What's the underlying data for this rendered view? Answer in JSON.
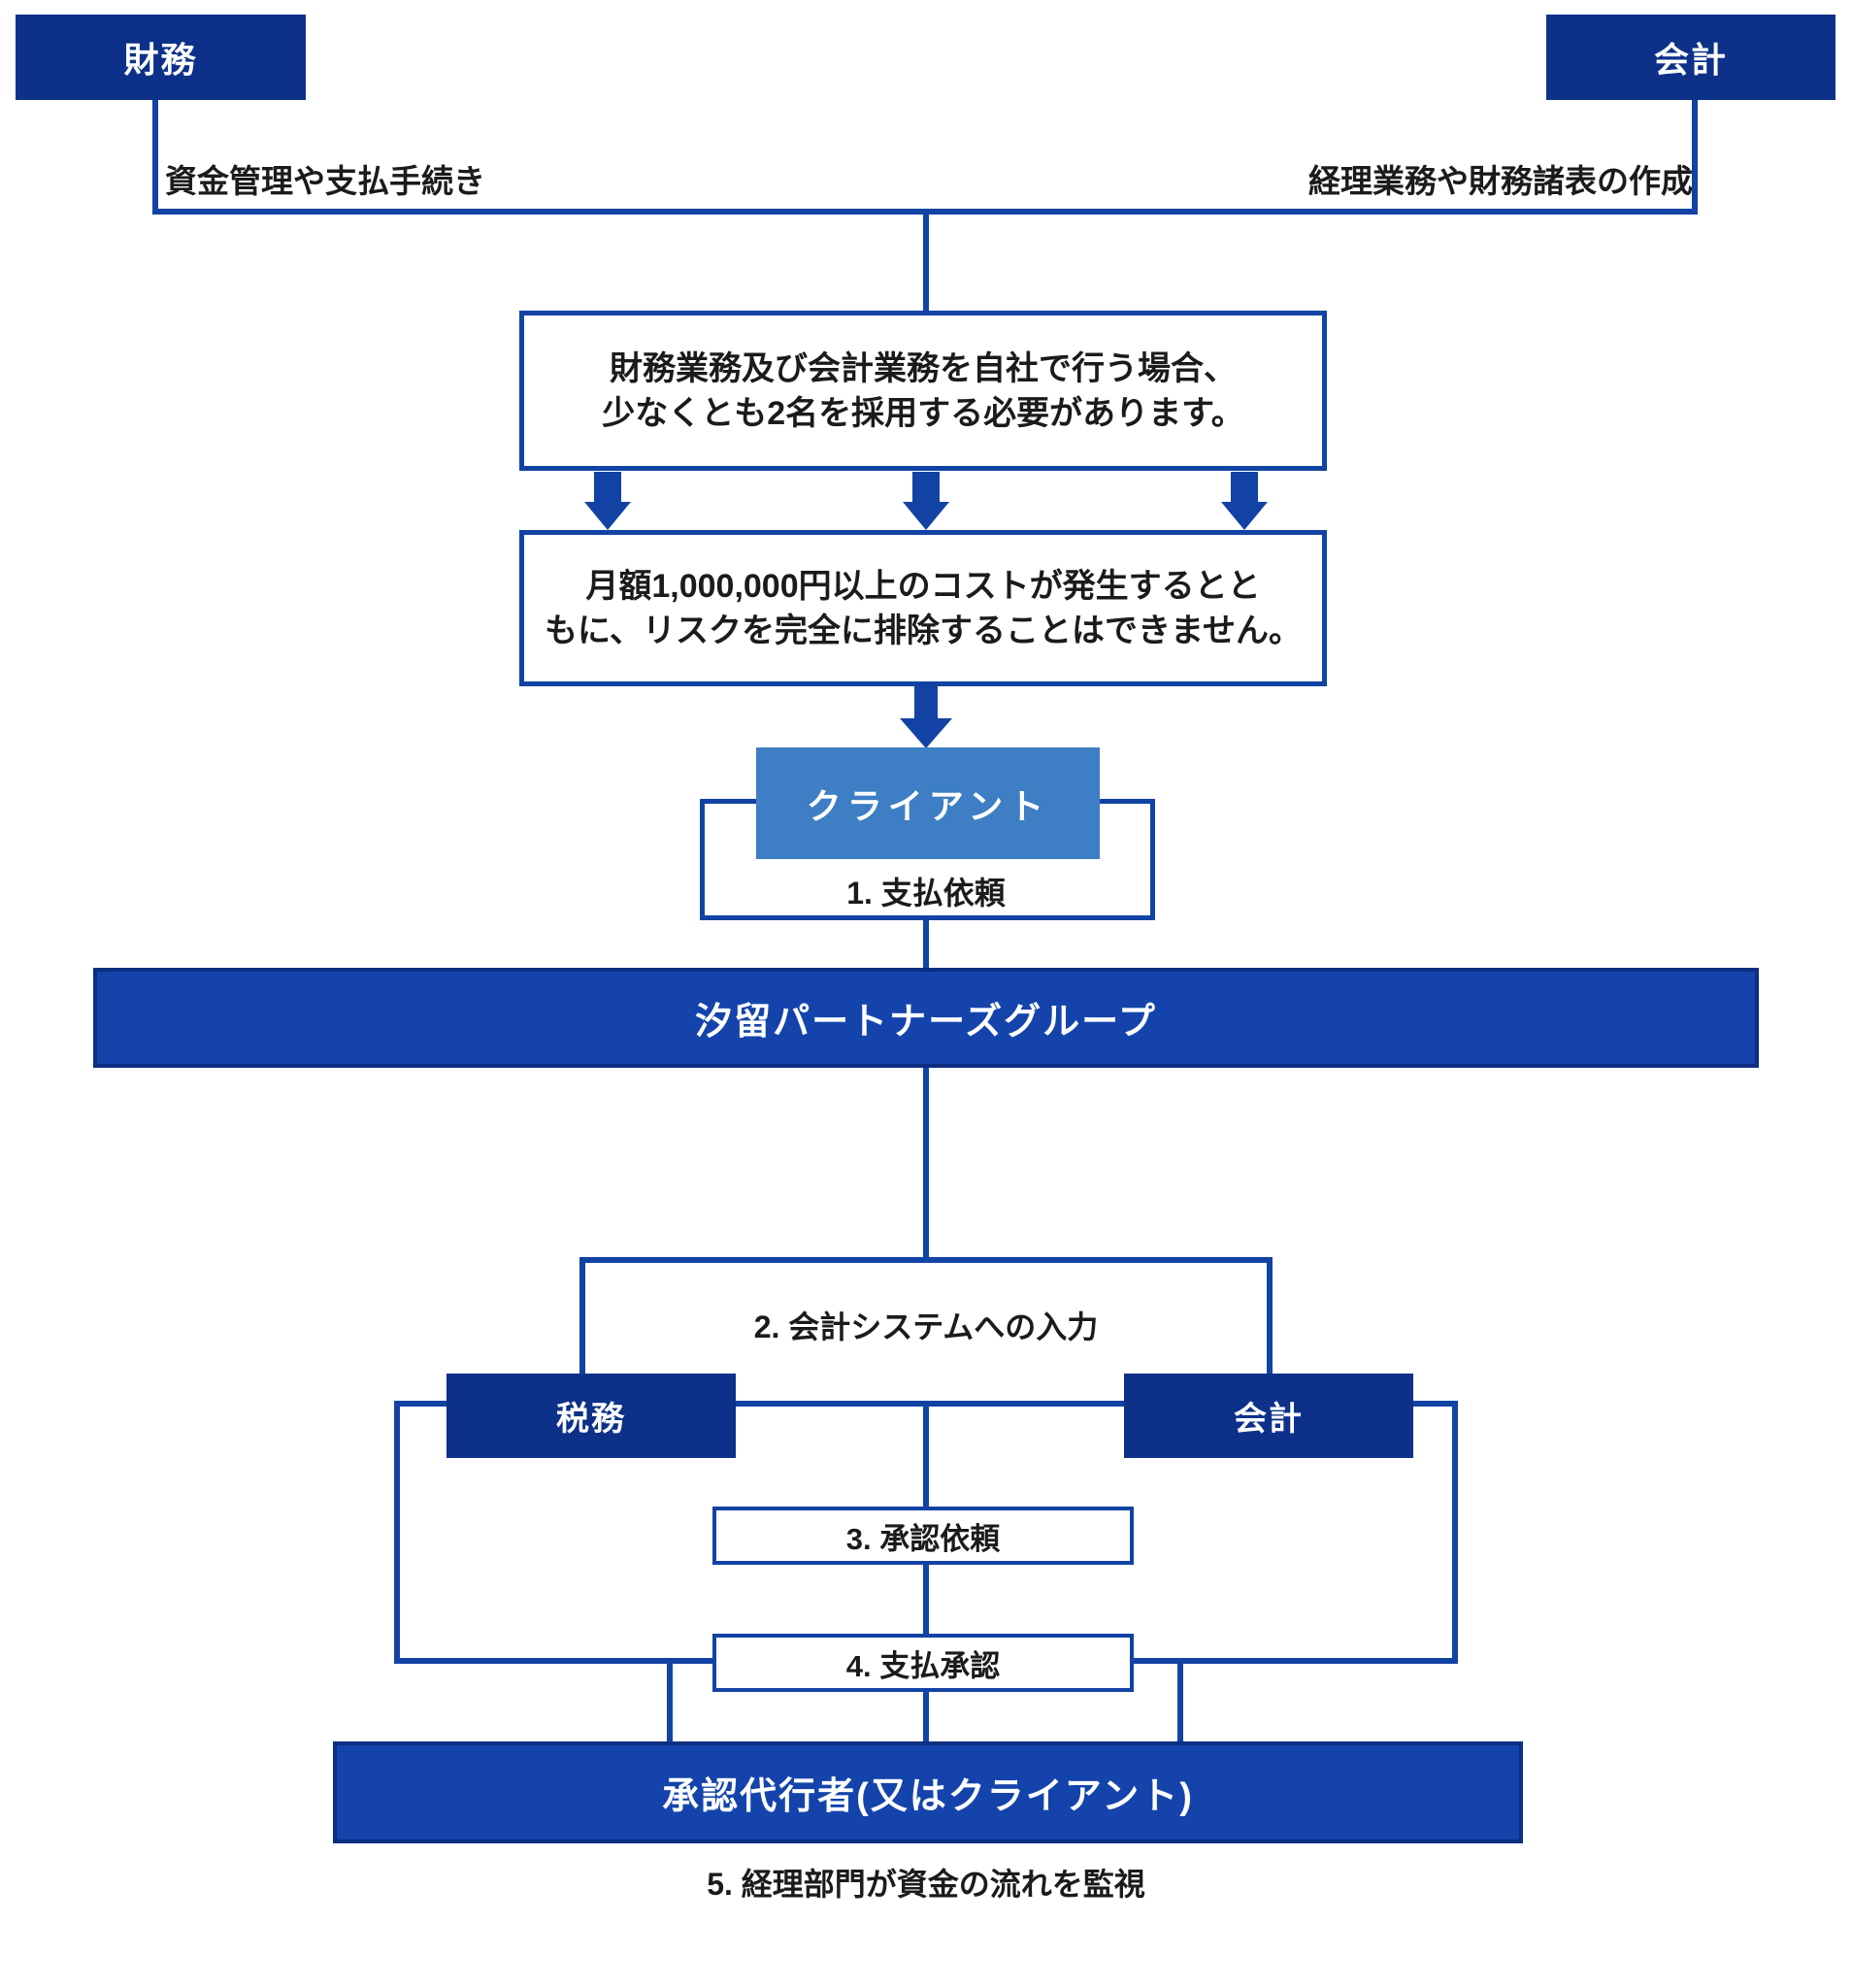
{
  "colors": {
    "navy_box": "#0d3189",
    "bar_blue": "#1444ab",
    "bar_border": "#0d2e81",
    "line_blue": "#1243a4",
    "client_blue": "#3d7ec4",
    "text_dark": "#1b1b1b",
    "background": "#ffffff"
  },
  "top": {
    "finance_box_label": "財務",
    "accounting_box_label": "会計",
    "finance_note": "資金管理や支払手続き",
    "accounting_note": "経理業務や財務諸表の作成"
  },
  "notes": {
    "note1_line1": "財務業務及び会計業務を自社で行う場合、",
    "note1_line2": "少なくとも2名を採用する必要があります。",
    "note2_line1": "月額1,000,000円以上のコストが発生するとと",
    "note2_line2": "もに、リスクを完全に排除することはできません。"
  },
  "flow": {
    "client_box_label": "クライアント",
    "step1_label": "1. 支払依頼",
    "group_bar_label": "汐留パートナーズグループ",
    "step2_label": "2. 会計システムへの入力",
    "tax_box_label": "税務",
    "accounting_box_label": "会計",
    "step3_label": "3. 承認依頼",
    "step4_label": "4. 支払承認",
    "approver_bar_label": "承認代行者(又はクライアント)",
    "step5_label": "5. 経理部門が資金の流れを監視"
  }
}
